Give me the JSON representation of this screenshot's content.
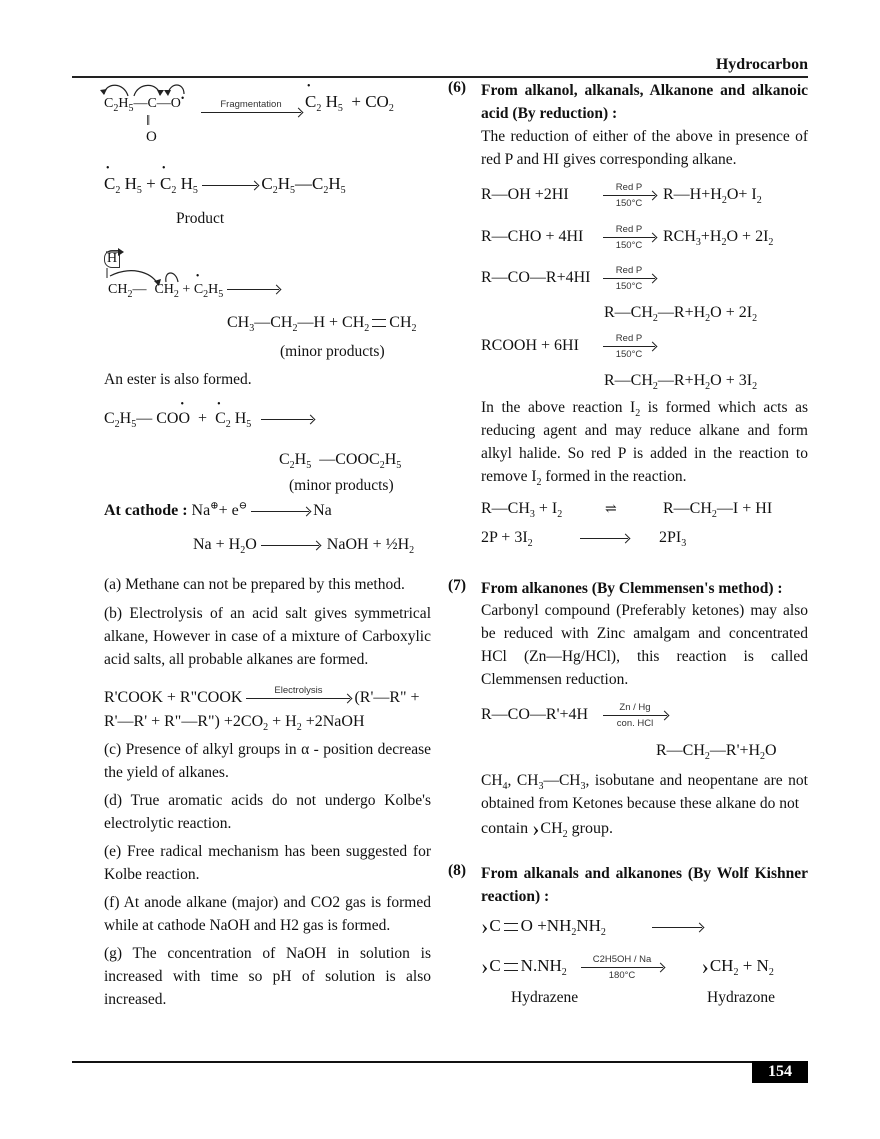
{
  "header": {
    "title": "Hydrocarbon"
  },
  "footer": {
    "page_number": "154"
  },
  "left": {
    "eq1": {
      "reactant": "C2H5—C—O",
      "arrow_label": "Fragmentation",
      "product_rad": "C2H5",
      "product2": "+ CO2",
      "carbonyl_o": "O"
    },
    "eq2": {
      "lhs": "C2H5 + C2H5",
      "rhs": "C2H5—C2H5",
      "caption": "Product"
    },
    "eq3": {
      "h": "H",
      "lhs": "CH2—CH2 + C2H5",
      "rhs": "CH3—CH2—H + CH2=CH2",
      "caption": "(minor products)"
    },
    "ester_note": "An ester is also formed.",
    "eq4": {
      "lhs": "C2H5—COO + C2H5",
      "rhs": "C2H5 —COOC2H5",
      "caption": "(minor products)"
    },
    "cathode": {
      "label": "At cathode :",
      "eq1_lhs": "Na⊕+ e⊖",
      "eq1_rhs": "Na",
      "eq2_lhs": "Na + H2O",
      "eq2_rhs": "NaOH + ½H2"
    },
    "notes": [
      "(a) Methane can not be prepared by this method.",
      "(b) Electrolysis of an acid salt gives symmetrical alkane, However in case of a mixture of Carboxylic acid salts, all probable alkanes are formed."
    ],
    "kolbe_eq": {
      "lhs": "R'COOK + R\"COOK",
      "arrow_label": "Electrolysis",
      "rhs1": "(R'—R\" +",
      "rhs2": "R'—R' + R\"—R\") +2CO2 + H2 +2NaOH"
    },
    "notes2": [
      "(c) Presence of alkyl groups in α - position decrease the yield of alkanes.",
      "(d) True aromatic acids do not undergo Kolbe's electrolytic reaction.",
      "(e) Free radical mechanism has been suggested for Kolbe reaction.",
      "(f) At anode alkane (major) and CO2 gas is formed while at cathode NaOH and H2 gas is formed.",
      "(g) The concentration of NaOH in solution is increased with time so pH of solution is also increased."
    ]
  },
  "right": {
    "s6": {
      "number": "(6)",
      "heading": "From alkanol, alkanals, Alkanone and alkanoic acid (By reduction) :",
      "intro": "The reduction of either of the above in presence of red P and HI gives corresponding alkane.",
      "arrow_top": "Red P",
      "arrow_bottom": "150°C",
      "eqs": [
        {
          "lhs": "R—OH +2HI",
          "rhs": "R—H+H2O+ I2"
        },
        {
          "lhs": "R—CHO + 4HI",
          "rhs": "RCH3+H2O + 2I2"
        },
        {
          "lhs": "R—CO—R+4HI",
          "rhs": "R—CH2—R+H2O + 2I2"
        },
        {
          "lhs": "RCOOH + 6HI",
          "rhs": "R—CH2—R+H2O + 3I2"
        }
      ],
      "para": "In the above reaction I2 is formed which acts as reducing agent and may reduce alkane and form alkyl halide. So red P is added in the reaction to remove I2 formed in the reaction.",
      "eq_eqm": {
        "lhs": "R—CH3 + I2",
        "rhs": "R—CH2—I + HI"
      },
      "eq_p": {
        "lhs": "2P + 3I2",
        "rhs": "2PI3"
      }
    },
    "s7": {
      "number": "(7)",
      "heading": "From alkanones (By Clemmensen's method) :",
      "para": "Carbonyl compound (Preferably ketones) may also be reduced with Zinc amalgam and concentrated HCl (Zn—Hg/HCl), this reaction is called Clemmensen reduction.",
      "eq": {
        "lhs": "R—CO—R'+4H",
        "arrow_top": "Zn / Hg",
        "arrow_bottom": "con. HCl",
        "rhs": "R—CH2—R'+H2O"
      },
      "para2": "CH4, CH3—CH3, isobutane and neopentane are not obtained from Ketones because these alkane do not contain >CH2 group."
    },
    "s8": {
      "number": "(8)",
      "heading": "From alkanals and alkanones (By Wolf Kishner reaction) :",
      "eq1": {
        "lhs": ">C=O +NH2NH2"
      },
      "eq2": {
        "lhs": ">C=N.NH2",
        "arrow_top": "C2H5OH / Na",
        "arrow_bottom": "180°C",
        "rhs": ">CH2 + N2"
      },
      "label_left": "Hydrazene",
      "label_right": "Hydrazone"
    }
  }
}
